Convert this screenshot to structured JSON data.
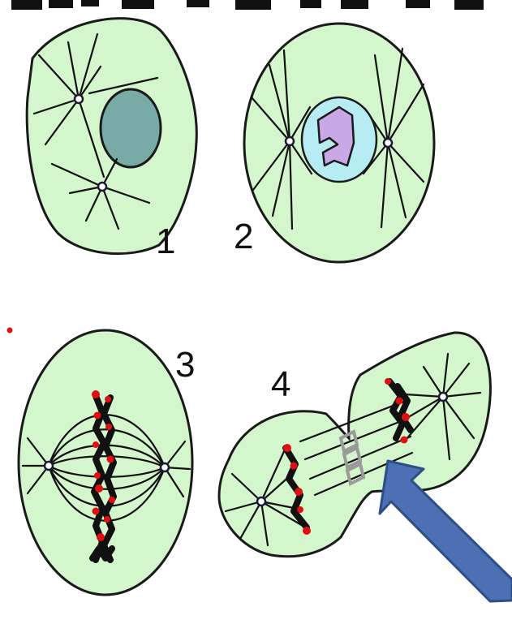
{
  "colors": {
    "cytoplasm": "#d4f6cc",
    "nucleus_interphase": "#78aaa6",
    "nuclear_envelope": "#b7ecf3",
    "chromatin": "#c9a8e8",
    "kinetochore": "#e01010",
    "arrow": "#4d6fb3"
  },
  "stages": [
    {
      "number": "1"
    },
    {
      "number": "2"
    },
    {
      "number": "3"
    },
    {
      "number": "4"
    }
  ],
  "icons": {
    "pointer": "arrow-icon"
  }
}
